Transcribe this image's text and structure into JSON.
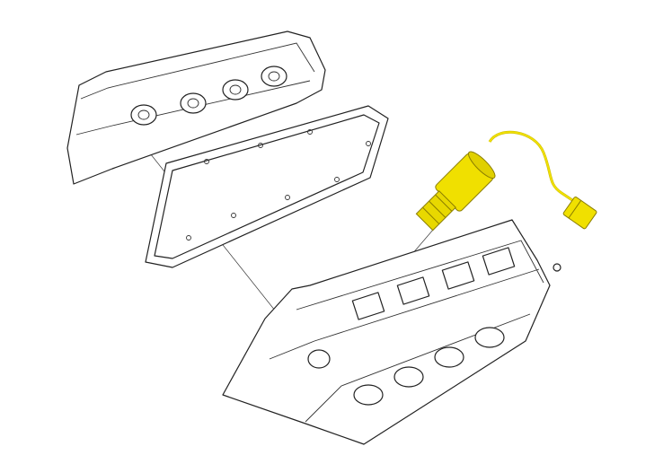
{
  "diagram": {
    "type": "exploded-parts-illustration",
    "parts": [
      "camshaft-cover",
      "cover-gasket",
      "cylinder-head",
      "solenoid-valve-with-connector"
    ],
    "highlighted_part": "solenoid-valve-with-connector",
    "colors": {
      "highlight": "#f0e000",
      "highlight_shade": "#c9b800",
      "line": "#222222",
      "background": "#ffffff"
    }
  }
}
